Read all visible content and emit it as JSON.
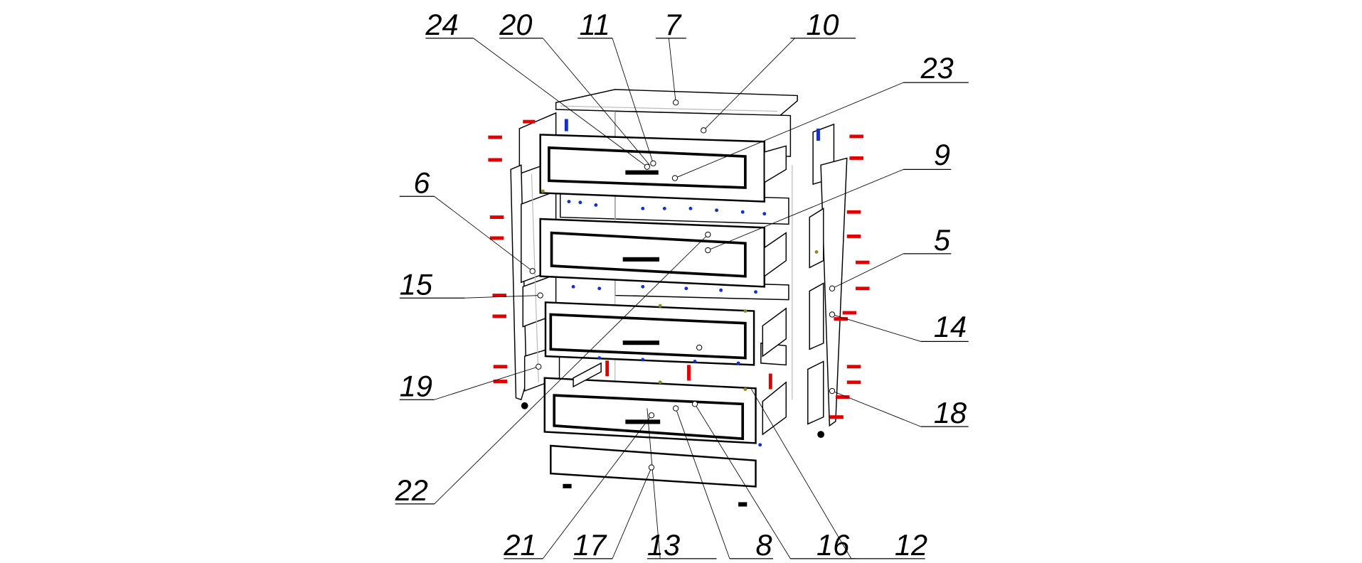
{
  "diagram": {
    "title": "Exploded assembly diagram of chest of drawers",
    "callouts": {
      "c24": "24",
      "c20": "20",
      "c11": "11",
      "c7": "7",
      "c10": "10",
      "c23": "23",
      "c9": "9",
      "c5": "5",
      "c14": "14",
      "c18": "18",
      "c6": "6",
      "c15": "15",
      "c19": "19",
      "c22": "22",
      "c21": "21",
      "c17": "17",
      "c13": "13",
      "c8": "8",
      "c16": "16",
      "c12": "12"
    },
    "colors": {
      "screws": "#e00000",
      "dowels": "#1030d0",
      "lines": "#000000"
    }
  }
}
